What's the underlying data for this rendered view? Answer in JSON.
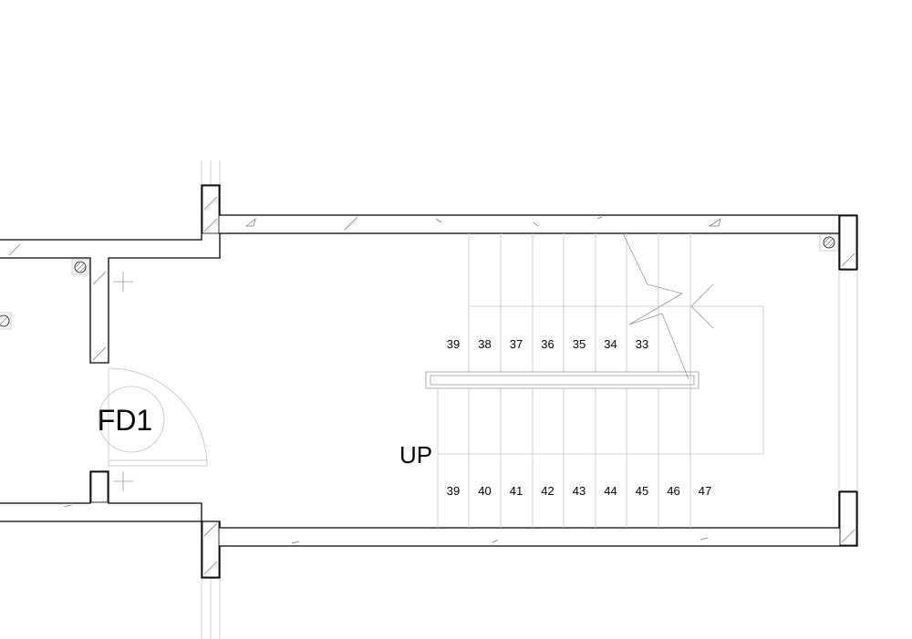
{
  "labels": {
    "door_tag": "FD1",
    "direction": "UP"
  },
  "stairs": {
    "upper_flight_numbers": [
      "39",
      "38",
      "37",
      "36",
      "35",
      "34",
      "33"
    ],
    "lower_flight_numbers": [
      "39",
      "40",
      "41",
      "42",
      "43",
      "44",
      "45",
      "46",
      "47"
    ]
  }
}
